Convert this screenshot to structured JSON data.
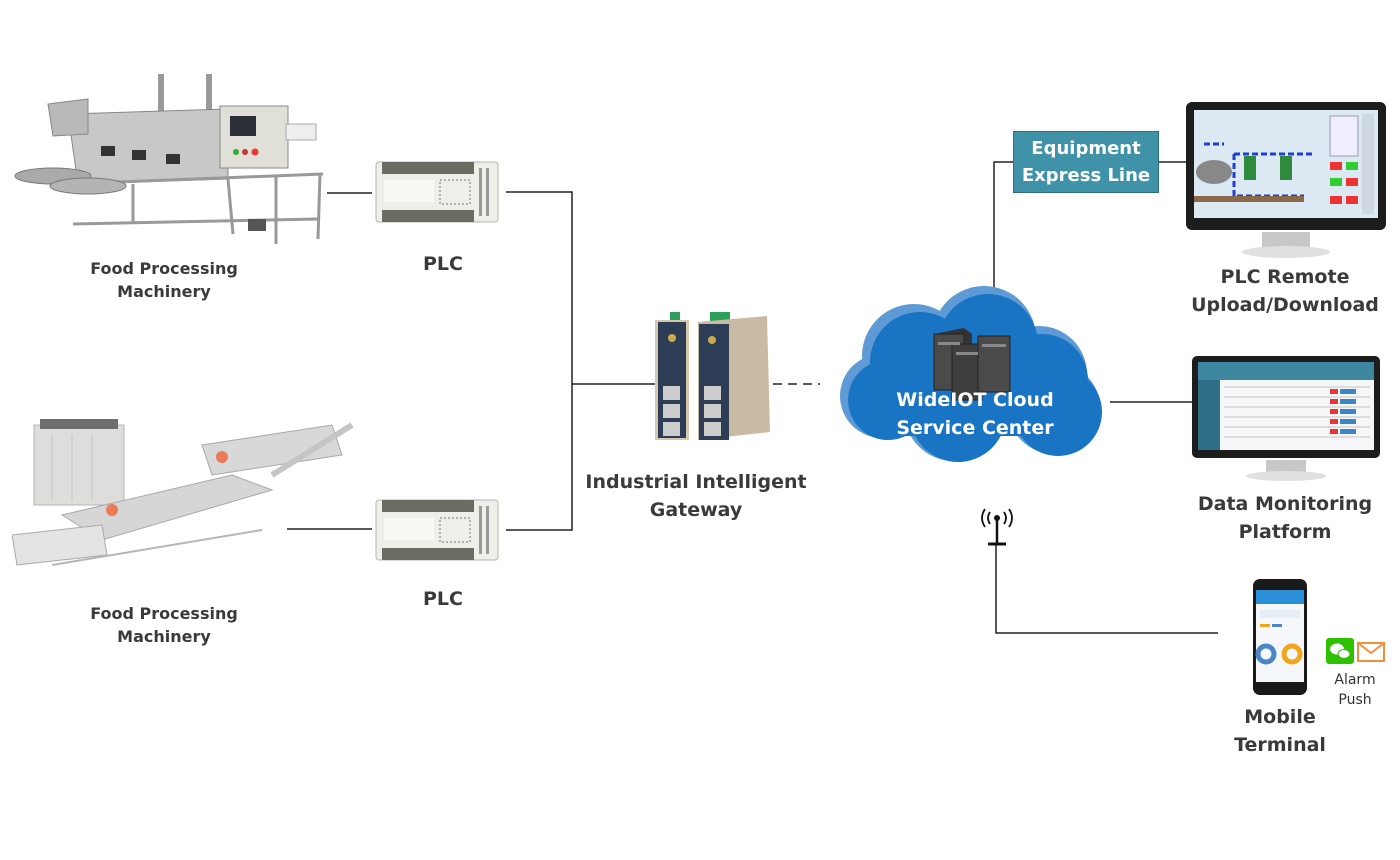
{
  "diagram": {
    "title": "WideIOT PLC remote monitoring architecture for food processing machinery",
    "nodes": {
      "machine_top": {
        "label_line1": "Food Processing",
        "label_line2": "Machinery"
      },
      "machine_bottom": {
        "label_line1": "Food Processing",
        "label_line2": "Machinery"
      },
      "plc_top": {
        "label": "PLC"
      },
      "plc_bottom": {
        "label": "PLC"
      },
      "gateway": {
        "label_line1": "Industrial Intelligent",
        "label_line2": "Gateway"
      },
      "cloud": {
        "label_line1": "WideIOT Cloud",
        "label_line2": "Service Center"
      },
      "express_line": {
        "label_line1": "Equipment",
        "label_line2": "Express Line"
      },
      "plc_remote": {
        "label_line1": "PLC Remote",
        "label_line2": "Upload/Download"
      },
      "data_platform": {
        "label_line1": "Data Monitoring",
        "label_line2": "Platform"
      },
      "mobile": {
        "label_line1": "Mobile",
        "label_line2": "Terminal"
      },
      "alarm": {
        "label_line1": "Alarm",
        "label_line2": "Push"
      }
    },
    "icons": [
      "food-machine-image",
      "plc-image",
      "gateway-image",
      "cloud-icon",
      "server-icon",
      "monitor-scada-image",
      "monitor-dashboard-image",
      "antenna-icon",
      "smartphone-image",
      "wechat-icon",
      "email-icon"
    ],
    "colors": {
      "cloud": "#1a74c4",
      "cloud_shadow": "#5e9bd6",
      "express_box": "#3f92a8",
      "lines": "#222222",
      "label_text": "#3a3a3a",
      "wechat": "#2dc100",
      "email": "#f0903a"
    }
  }
}
